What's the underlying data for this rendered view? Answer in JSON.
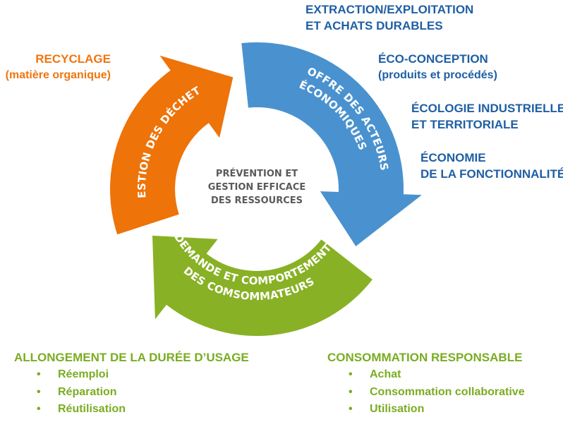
{
  "colors": {
    "blue": "#4a92cf",
    "orange": "#ee7309",
    "green": "#88b125",
    "center_text": "#5a5a5a"
  },
  "center": {
    "lines": [
      "PRÉVENTION ET",
      "GESTION EFFICACE",
      "DES RESSOURCES"
    ]
  },
  "arrows": {
    "blue": {
      "lines": [
        "OFFRE DES ACTEURS",
        "ÉCONOMIQUES"
      ]
    },
    "green": {
      "lines": [
        "DEMANDE ET COMPORTEMENT",
        "DES COMSOMMATEURS"
      ]
    },
    "orange": {
      "lines": [
        "GESTION DES DÉCHETS"
      ]
    }
  },
  "right_labels": [
    {
      "l1": "EXTRACTION/EXPLOITATION",
      "l2": "ET  ACHATS DURABLES"
    },
    {
      "l1": "ÉCO-CONCEPTION",
      "l2": "(produits et procédés)"
    },
    {
      "l1": "ÉCOLOGIE INDUSTRIELLE",
      "l2": "ET TERRITORIALE"
    },
    {
      "l1": "ÉCONOMIE",
      "l2": "DE LA FONCTIONNALITÉ"
    }
  ],
  "recycling": {
    "l1": "RECYCLAGE",
    "l2": "(matière organique)"
  },
  "bottom_left": {
    "title": "ALLONGEMENT DE LA DURÉE D’USAGE",
    "items": [
      "Réemploi",
      "Réparation",
      "Réutilisation"
    ]
  },
  "bottom_right": {
    "title": "CONSOMMATION RESPONSABLE",
    "items": [
      "Achat",
      "Consommation collaborative",
      "Utilisation"
    ]
  }
}
